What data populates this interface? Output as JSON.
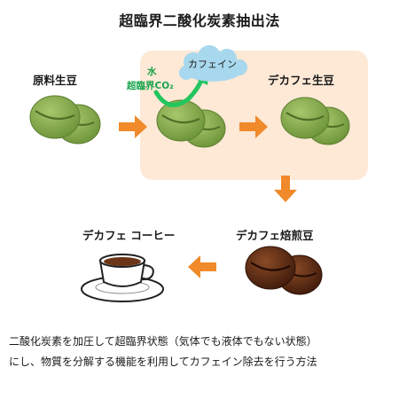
{
  "title": "超臨界二酸化炭素抽出法",
  "labels": {
    "raw_bean": "原料生豆",
    "decaf_green_bean": "デカフェ生豆",
    "decaf_roasted_bean": "デカフェ焙煎豆",
    "decaf_coffee": "デカフェ コーヒー"
  },
  "process": {
    "water": "水",
    "co2": "超臨界CO₂",
    "caffeine": "カフェイン"
  },
  "footer": {
    "line1": "二酸化炭素を加圧して超臨界状態（気体でも液体でもない状態）",
    "line2": "にし、物質を分解する機能を利用してカフェイン除去を行う方法"
  },
  "colors": {
    "green_bean": "#7fa64a",
    "roasted_bean": "#5a2a14",
    "arrow": "#f08a2a",
    "process_bg": "#fde9d6",
    "cloud": "#a8d8ee",
    "green_text": "#16a34a"
  }
}
